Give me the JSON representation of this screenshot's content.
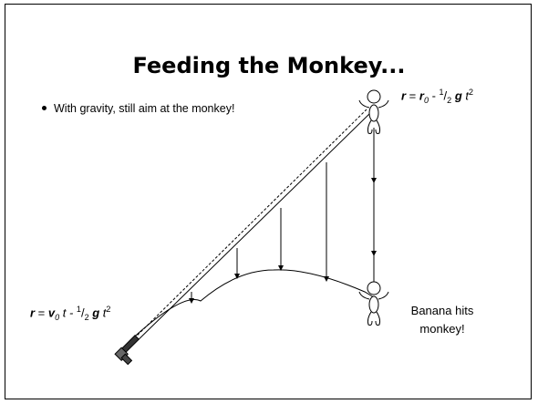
{
  "slide": {
    "title": "Feeding the Monkey...",
    "bullet": "With gravity, still aim at the monkey!",
    "eq_top": {
      "r": "r",
      "eq": " = ",
      "r0": "r",
      "sub0": "0",
      "minus": " - ",
      "frac_num": "1",
      "frac_den": "2",
      "g": "g",
      "t": "t",
      "exp": "2"
    },
    "eq_left": {
      "r": "r",
      "eq": " = ",
      "v": "v",
      "sub0": "0",
      "t1": " t - ",
      "frac_num": "1",
      "frac_den": "2",
      "g": "g",
      "t": "t",
      "exp": "2"
    },
    "banana_line1": "Banana hits",
    "banana_line2": "monkey!"
  },
  "colors": {
    "ink": "#000000",
    "background": "#ffffff"
  },
  "icons": [
    "monkey-icon",
    "gun-icon"
  ]
}
